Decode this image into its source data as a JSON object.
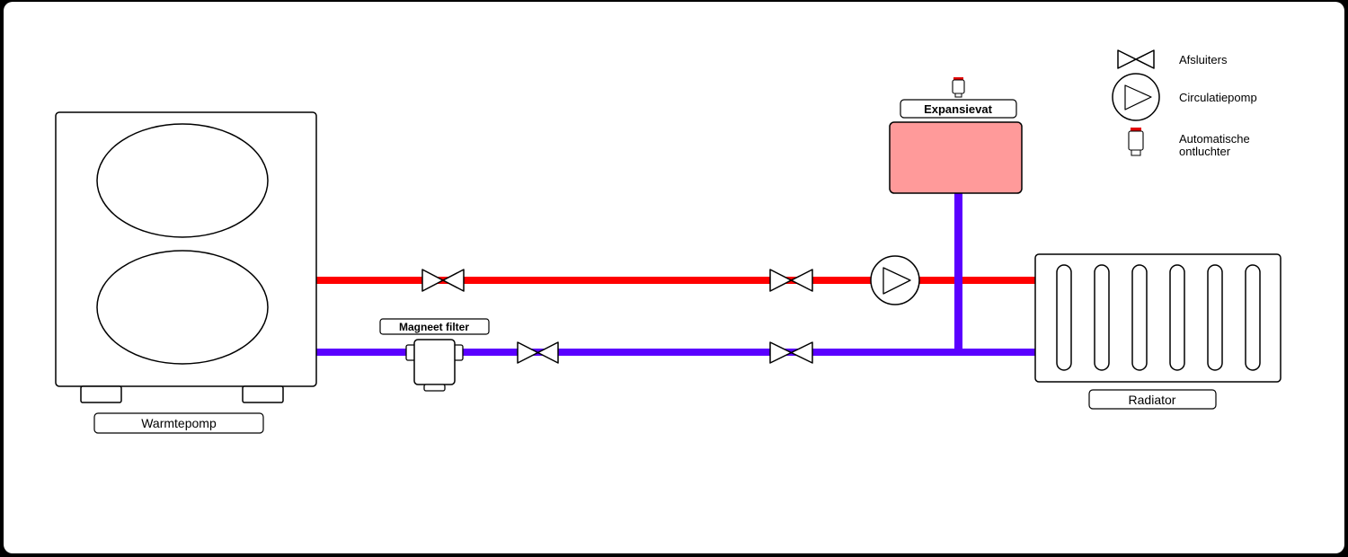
{
  "labels": {
    "heatpump": "Warmtepomp",
    "radiator": "Radiator",
    "expansion": "Expansievat",
    "filter": "Magneet filter"
  },
  "legend": {
    "valves": "Afsluiters",
    "pump": "Circulatiepomp",
    "vent_line1": "Automatische",
    "vent_line2": "ontluchter"
  },
  "colors": {
    "supply": "#ff0000",
    "return": "#5a00ff",
    "expansion_fill": "#ff9a9a",
    "vent_cap": "#e00000"
  }
}
